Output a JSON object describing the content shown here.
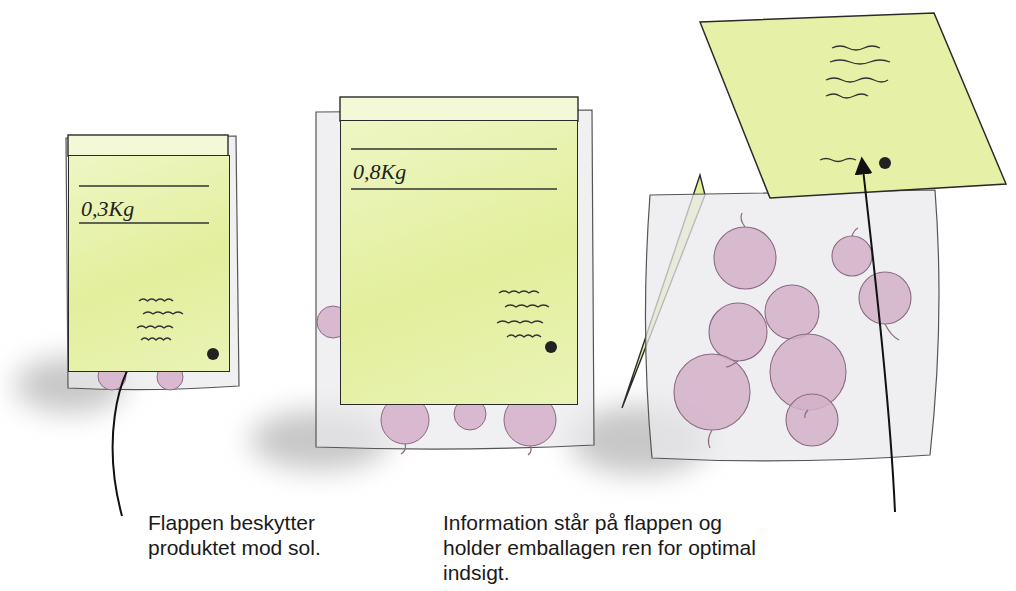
{
  "diagram": {
    "nodes": [
      {
        "text": [
          "0,3Kg"
        ]
      },
      {
        "text": [
          "0,8Kg"
        ]
      }
    ],
    "labels": [
      "Flappen beskytter produktet mod sol.",
      "Information står på flappen og holder emballagen ren for optimal indsigt."
    ]
  }
}
